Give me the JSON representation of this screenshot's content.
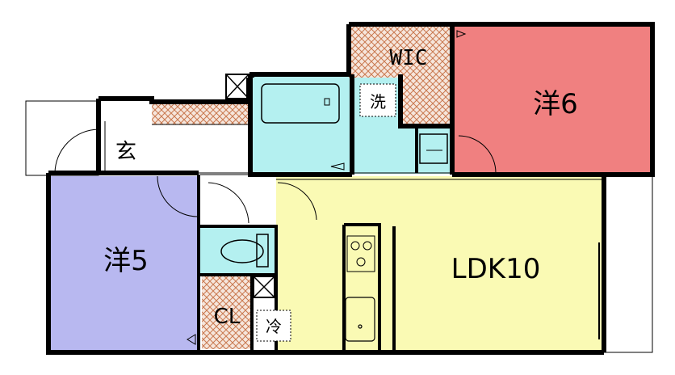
{
  "rooms": {
    "western6": {
      "label": "洋6",
      "color": "#f08080"
    },
    "western5": {
      "label": "洋5",
      "color": "#b8b8f0"
    },
    "ldk": {
      "label": "LDK10",
      "color": "#fafab4"
    },
    "entrance": {
      "label": "玄"
    },
    "wic": {
      "label": "WIC"
    },
    "closet": {
      "label": "CL"
    },
    "washer": {
      "label": "洗"
    },
    "fridge": {
      "label": "冷"
    }
  },
  "colors": {
    "wet_area": "#b4f0f0",
    "storage_hatch": "#d4886c",
    "wall": "#000000"
  }
}
